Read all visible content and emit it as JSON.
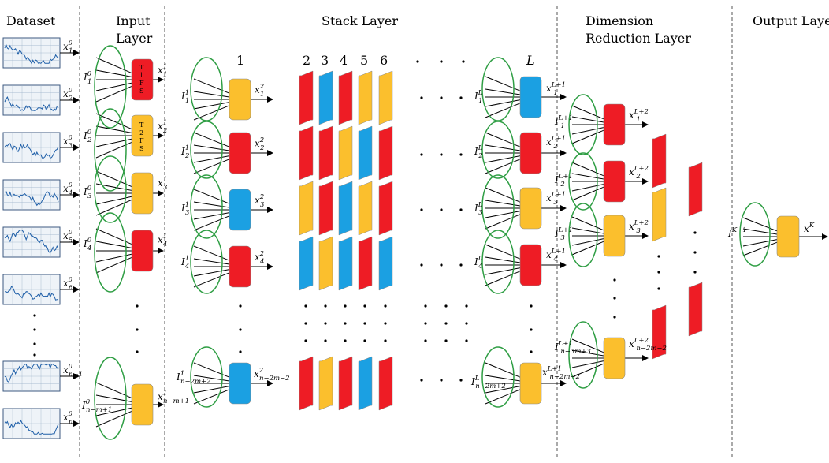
{
  "headers": {
    "dataset": "Dataset",
    "input_1": "Input",
    "input_2": "Layer",
    "stack": "Stack Layer",
    "dim_1": "Dimension",
    "dim_2": "Reduction Layer",
    "output": "Output Layer"
  },
  "stack_columns": [
    "1",
    "2",
    "3",
    "4",
    "5",
    "6",
    "L"
  ],
  "tfs_labels": [
    "T",
    "1",
    "F",
    "S",
    "T",
    "2",
    "F",
    "S"
  ],
  "dataset_labels": [
    {
      "base": "x",
      "sup": "0",
      "sub": "1"
    },
    {
      "base": "x",
      "sup": "0",
      "sub": "2"
    },
    {
      "base": "x",
      "sup": "0",
      "sub": "3"
    },
    {
      "base": "x",
      "sup": "0",
      "sub": "4"
    },
    {
      "base": "x",
      "sup": "0",
      "sub": "5"
    },
    {
      "base": "x",
      "sup": "0",
      "sub": "6"
    },
    {
      "base": "x",
      "sup": "0",
      "sub": "n−1"
    },
    {
      "base": "x",
      "sup": "0",
      "sub": "n"
    }
  ],
  "input_labels": [
    {
      "base": "I",
      "sup": "0",
      "sub": "1"
    },
    {
      "base": "I",
      "sup": "0",
      "sub": "2"
    },
    {
      "base": "I",
      "sup": "0",
      "sub": "3"
    },
    {
      "base": "I",
      "sup": "0",
      "sub": "4"
    },
    {
      "base": "I",
      "sup": "0",
      "sub": "n−m+1"
    }
  ],
  "input_outputs": [
    {
      "base": "x",
      "sup": "1",
      "sub": "1"
    },
    {
      "base": "x",
      "sup": "1",
      "sub": "2"
    },
    {
      "base": "x",
      "sup": "1",
      "sub": "3"
    },
    {
      "base": "x",
      "sup": "1",
      "sub": "4"
    },
    {
      "base": "x",
      "sup": "1",
      "sub": "n−m+1"
    }
  ],
  "stack1_inputs": [
    {
      "base": "I",
      "sup": "1",
      "sub": "1"
    },
    {
      "base": "I",
      "sup": "1",
      "sub": "2"
    },
    {
      "base": "I",
      "sup": "1",
      "sub": "3"
    },
    {
      "base": "I",
      "sup": "1",
      "sub": "4"
    },
    {
      "base": "I",
      "sup": "1",
      "sub": "n−2m+2"
    }
  ],
  "stack1_outputs": [
    {
      "base": "x",
      "sup": "2",
      "sub": "1"
    },
    {
      "base": "x",
      "sup": "2",
      "sub": "2"
    },
    {
      "base": "x",
      "sup": "2",
      "sub": "3"
    },
    {
      "base": "x",
      "sup": "2",
      "sub": "4"
    },
    {
      "base": "x",
      "sup": "2",
      "sub": "n−2m−2"
    }
  ],
  "stackL_inputs": [
    {
      "base": "I",
      "sup": "L",
      "sub": "1"
    },
    {
      "base": "I",
      "sup": "L",
      "sub": "2"
    },
    {
      "base": "I",
      "sup": "L",
      "sub": "3"
    },
    {
      "base": "I",
      "sup": "L",
      "sub": "4"
    },
    {
      "base": "I",
      "sup": "L",
      "sub": "n−2m+2"
    }
  ],
  "stackL_outputs": [
    {
      "base": "x",
      "sup": "L+1",
      "sub": "1"
    },
    {
      "base": "x",
      "sup": "L+1",
      "sub": "2"
    },
    {
      "base": "x",
      "sup": "L+1",
      "sub": "3"
    },
    {
      "base": "x",
      "sup": "L+1",
      "sub": "4"
    },
    {
      "base": "x",
      "sup": "L+1",
      "sub": "n−2m−2"
    }
  ],
  "dim_inputs": [
    {
      "base": "I",
      "sup": "L+1",
      "sub": "1"
    },
    {
      "base": "I",
      "sup": "L+1",
      "sub": "2"
    },
    {
      "base": "I",
      "sup": "L+1",
      "sub": "3"
    },
    {
      "base": "I",
      "sup": "L+1",
      "sub": "n−3m+3"
    }
  ],
  "dim_outputs": [
    {
      "base": "x",
      "sup": "L+2",
      "sub": "1"
    },
    {
      "base": "x",
      "sup": "L+2",
      "sub": "2"
    },
    {
      "base": "x",
      "sup": "L+2",
      "sub": "3"
    },
    {
      "base": "x",
      "sup": "L+2",
      "sub": "n−2m−2"
    }
  ],
  "output_input": {
    "base": "I",
    "sup": "K−1",
    "sub": ""
  },
  "output_output": {
    "base": "x",
    "sup": "K",
    "sub": ""
  },
  "colors": {
    "red": "#ee1c25",
    "blue": "#1ba0e2",
    "yellow": "#fbbf2d",
    "ellipse": "#2f9e44"
  }
}
